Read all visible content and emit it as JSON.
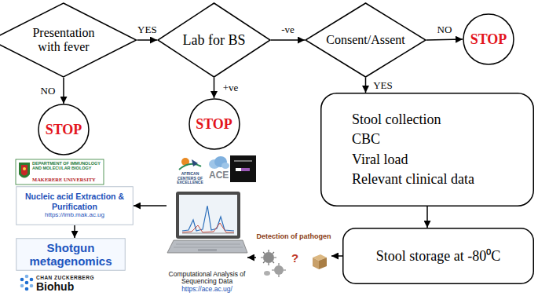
{
  "diagram": {
    "nodes": [
      {
        "text": [
          "Presentation with fever"
        ]
      },
      {
        "text": [
          "Lab for BS"
        ]
      },
      {
        "text": [
          "Consent/Assent"
        ]
      },
      {
        "text": [
          "STOP"
        ]
      },
      {
        "text": [
          "STOP"
        ]
      },
      {
        "text": [
          "STOP"
        ]
      },
      {
        "text": [
          "Stool collection",
          "CBC",
          "Viral load",
          "Relevant clinical data"
        ]
      },
      {
        "text": [
          "Stool storage at -80⁰C"
        ]
      },
      {
        "text": [
          "Detection of pathogen"
        ]
      },
      {
        "text": [
          "Computational Analysis of Sequencing Data",
          "https://ace.ac.ug/"
        ]
      },
      {
        "text": [
          "Nucleic acid Extraction & Purification",
          "https://imb.mak.ac.ug"
        ]
      },
      {
        "text": [
          "Shotgun metagenomics"
        ]
      }
    ],
    "edges": [
      {
        "from": 0,
        "to": 1,
        "arrow": "to",
        "label": "YES"
      },
      {
        "from": 1,
        "to": 2,
        "arrow": "to",
        "label": "-ve"
      },
      {
        "from": 2,
        "to": 3,
        "arrow": "to",
        "label": "NO"
      },
      {
        "from": 0,
        "to": 4,
        "arrow": "to",
        "label": "NO"
      },
      {
        "from": 1,
        "to": 5,
        "arrow": "to",
        "label": "+ve"
      },
      {
        "from": 2,
        "to": 6,
        "arrow": "to",
        "label": "YES"
      },
      {
        "from": 6,
        "to": 7,
        "arrow": "to"
      },
      {
        "from": 7,
        "to": 8,
        "arrow": "to"
      },
      {
        "from": 8,
        "to": 9,
        "arrow": "to"
      },
      {
        "from": 9,
        "to": 10,
        "arrow": "to"
      },
      {
        "from": 10,
        "to": 11,
        "arrow": "to"
      }
    ],
    "labels": [
      "DEPARTMENT OF IMMUNOLOGY AND MOLECULAR BIOLOGY",
      "MAKERERE UNIVERSITY",
      "AFRICAN CENTERS OF EXCELLENCE",
      "ACE",
      "?",
      "CHAN ZUCKERBERG",
      "Biohub"
    ]
  }
}
